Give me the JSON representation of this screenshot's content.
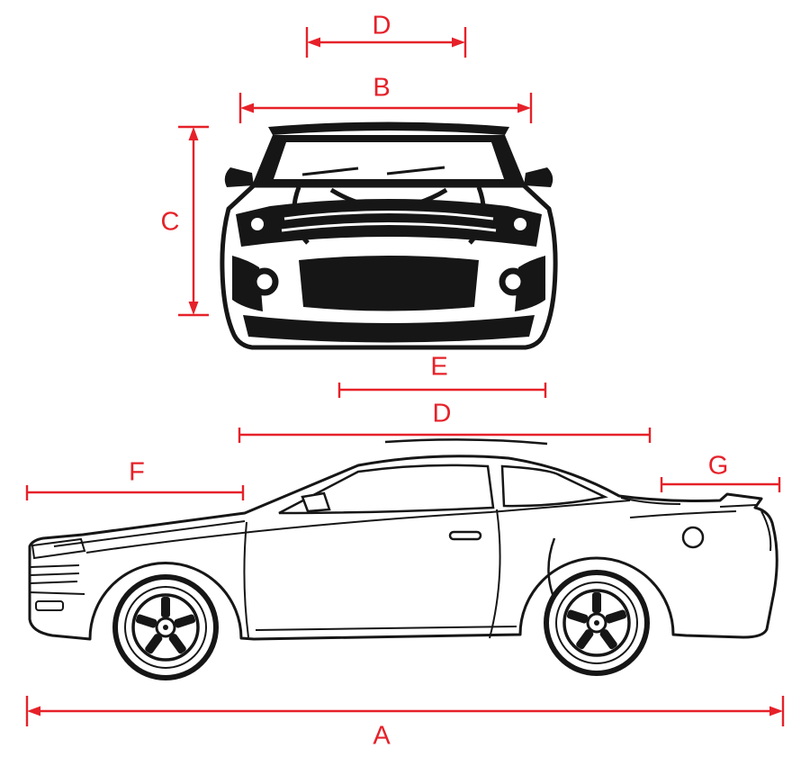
{
  "colors": {
    "dimension_red": "#e62129",
    "car_black": "#161616",
    "background": "#ffffff"
  },
  "labels": {
    "d_top": "D",
    "b": "B",
    "c": "C",
    "e": "E",
    "d_mid": "D",
    "f": "F",
    "g": "G",
    "a": "A"
  }
}
